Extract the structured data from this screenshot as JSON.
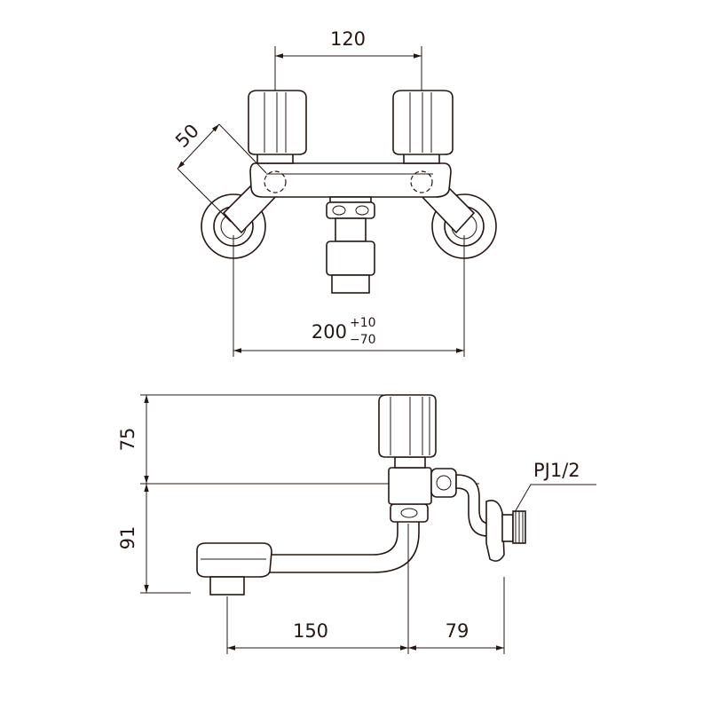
{
  "front_view": {
    "handle_spacing": "120",
    "handle_offset": "50",
    "mount_width": "200",
    "mount_tolerance_plus": "+10",
    "mount_tolerance_minus": "−70"
  },
  "side_view": {
    "handle_height": "75",
    "spout_drop": "91",
    "spout_reach": "150",
    "wall_offset": "79",
    "thread_spec": "PJ1/2"
  },
  "colors": {
    "line": "#231815",
    "background": "#ffffff"
  }
}
